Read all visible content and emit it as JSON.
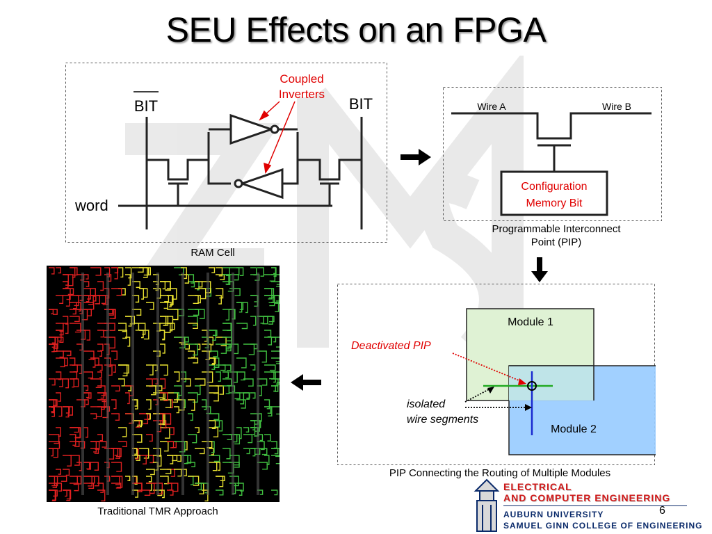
{
  "title": "SEU Effects on an FPGA",
  "ram_cell": {
    "caption": "RAM Cell",
    "bit_bar_label": "BIT",
    "bit_label": "BIT",
    "word_label": "word",
    "coupled_label_line1": "Coupled",
    "coupled_label_line2": "Inverters"
  },
  "pip": {
    "caption_line1": "Programmable Interconnect",
    "caption_line2": "Point (PIP)",
    "wire_a": "Wire A",
    "wire_b": "Wire B",
    "config_line1": "Configuration",
    "config_line2": "Memory Bit"
  },
  "modules": {
    "caption": "PIP Connecting the Routing of Multiple Modules",
    "module1": "Module 1",
    "module2": "Module 2",
    "deactivated": "Deactivated PIP",
    "isolated_line1": "isolated",
    "isolated_line2": "wire segments"
  },
  "tmr": {
    "caption": "Traditional TMR Approach"
  },
  "footer": {
    "page_number": "6",
    "logo_line1": "ELECTRICAL",
    "logo_line2": "AND COMPUTER ENGINEERING",
    "logo_line3": "AUBURN UNIVERSITY",
    "logo_line4": "SAMUEL GINN COLLEGE OF ENGINEERING"
  },
  "colors": {
    "red_label": "#e00000",
    "module1_fill": "#dff2d4",
    "module2_fill": "#99ccff",
    "green_wire": "#22aa22",
    "blue_wire": "#1a2ad0"
  }
}
